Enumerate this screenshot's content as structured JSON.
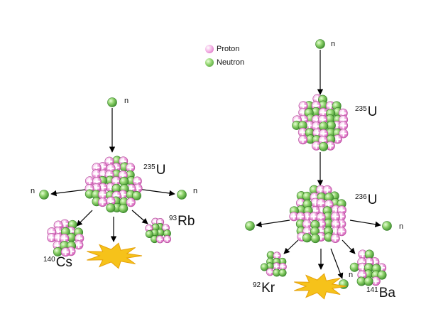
{
  "legend": {
    "proton_label": "Proton",
    "neutron_label": "Neutron",
    "proton_color": "#e27ec9",
    "neutron_color": "#7cc35e"
  },
  "labels": {
    "neutron_symbol": "n",
    "left_target": {
      "mass": "235",
      "symbol": "U"
    },
    "left_product_a": {
      "mass": "93",
      "symbol": "Rb"
    },
    "left_product_b": {
      "mass": "140",
      "symbol": "Cs"
    },
    "right_target": {
      "mass": "235",
      "symbol": "U"
    },
    "right_compound": {
      "mass": "236",
      "symbol": "U"
    },
    "right_product_a": {
      "mass": "92",
      "symbol": "Kr"
    },
    "right_product_b": {
      "mass": "141",
      "symbol": "Ba"
    }
  },
  "colors": {
    "arrow": "#000000",
    "energy_flash": "#f6c21a",
    "energy_flash_edge": "#e6a20b"
  }
}
